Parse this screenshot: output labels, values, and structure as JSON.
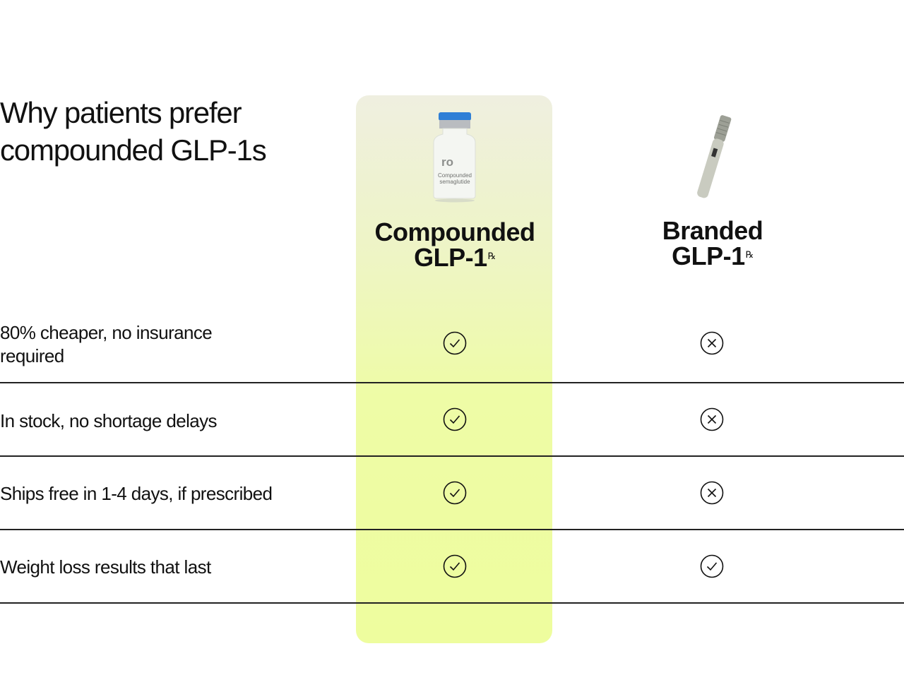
{
  "title": {
    "line1": "Why patients prefer",
    "line2": "compounded GLP-1s"
  },
  "columns": [
    {
      "line1": "Compounded",
      "line2": "GLP-1",
      "rx": "℞",
      "image": "vial-image",
      "vial_brand": "ro",
      "vial_label": "Compounded semaglutide",
      "highlighted": true,
      "highlight_color": "#eefca6"
    },
    {
      "line1": "Branded",
      "line2": "GLP-1",
      "rx": "℞",
      "image": "pen-injector-image"
    }
  ],
  "rows": [
    {
      "label": "80% cheaper, no insurance required",
      "compounded": "check",
      "branded": "x"
    },
    {
      "label": "In stock, no shortage delays",
      "compounded": "check",
      "branded": "x"
    },
    {
      "label": "Ships free in 1-4 days, if prescribed",
      "compounded": "check",
      "branded": "x"
    },
    {
      "label": "Weight loss results that last",
      "compounded": "check",
      "branded": "check"
    }
  ]
}
